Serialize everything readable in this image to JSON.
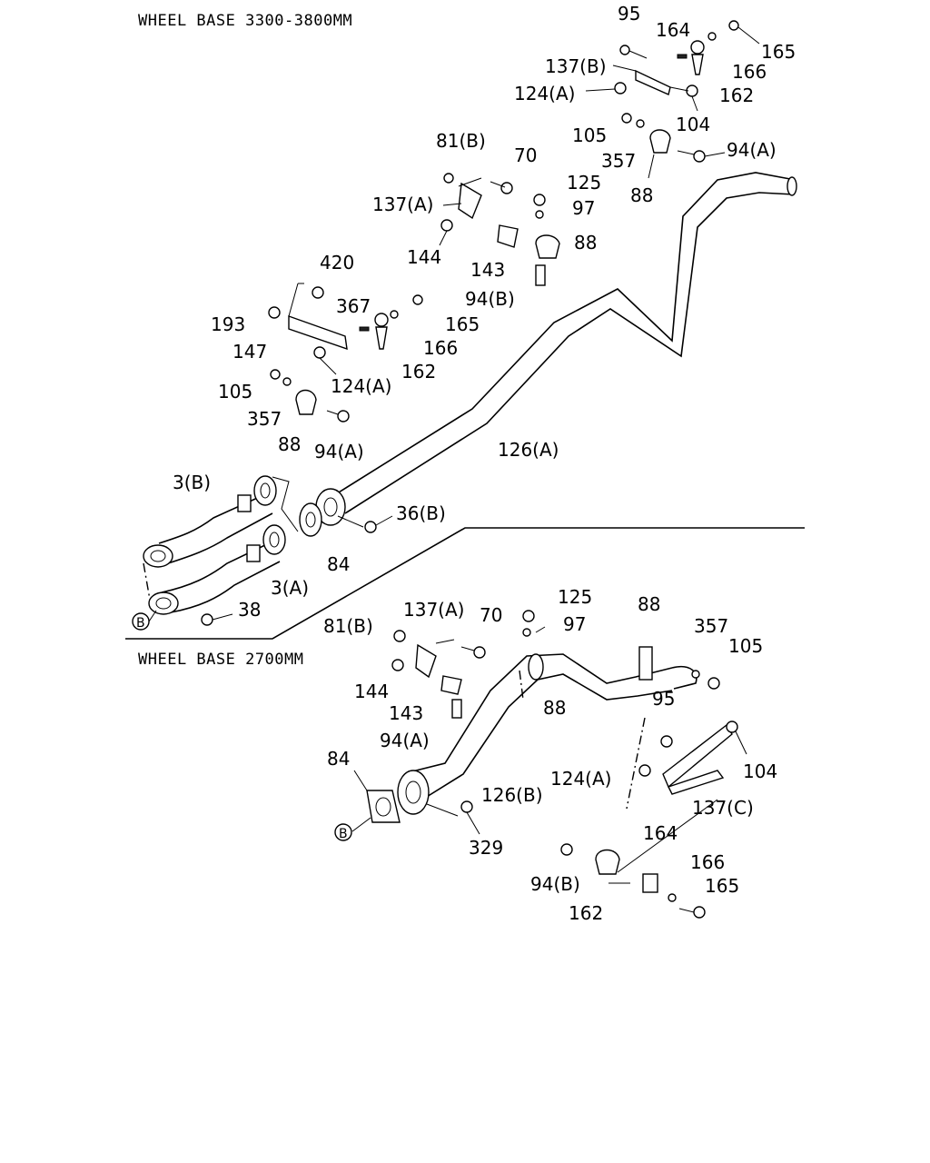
{
  "sections": {
    "top": "WHEEL BASE 3300-3800MM",
    "bottom": "WHEEL BASE 2700MM"
  },
  "marker": "B",
  "labels": {
    "l95_top": "95",
    "l164_top": "164",
    "l165_top": "165",
    "l137b": "137(B)",
    "l166_top": "166",
    "l124a_top": "124(A)",
    "l162_top": "162",
    "l104_top": "104",
    "l105_top": "105",
    "l357_top": "357",
    "l94a_top": "94(A)",
    "l88_top": "88",
    "l81b_top": "81(B)",
    "l70_top": "70",
    "l125_top": "125",
    "l137a_top": "137(A)",
    "l97_top": "97",
    "l88_mid": "88",
    "l144_top": "144",
    "l143_top": "143",
    "l94b_top": "94(B)",
    "l420": "420",
    "l367": "367",
    "l165_mid": "165",
    "l193": "193",
    "l147": "147",
    "l166_mid": "166",
    "l124a_mid": "124(A)",
    "l162_mid": "162",
    "l105_mid": "105",
    "l357_mid": "357",
    "l88_left": "88",
    "l94a_mid": "94(A)",
    "l126a": "126(A)",
    "l3b": "3(B)",
    "l36b": "36(B)",
    "l84_top": "84",
    "l3a": "3(A)",
    "l38": "38",
    "l137a_bot": "137(A)",
    "l70_bot": "70",
    "l125_bot": "125",
    "l88_bot": "88",
    "l357_bot": "357",
    "l81b_bot": "81(B)",
    "l97_bot": "97",
    "l105_bot": "105",
    "l144_bot": "144",
    "l143_bot": "143",
    "l88_bot2": "88",
    "l95_bot": "95",
    "l94a_bot": "94(A)",
    "l84_bot": "84",
    "l124a_bot": "124(A)",
    "l104_bot": "104",
    "l126b": "126(B)",
    "l137c": "137(C)",
    "l329": "329",
    "l164_bot": "164",
    "l166_bot": "166",
    "l94b_bot": "94(B)",
    "l165_bot": "165",
    "l162_bot": "162"
  }
}
